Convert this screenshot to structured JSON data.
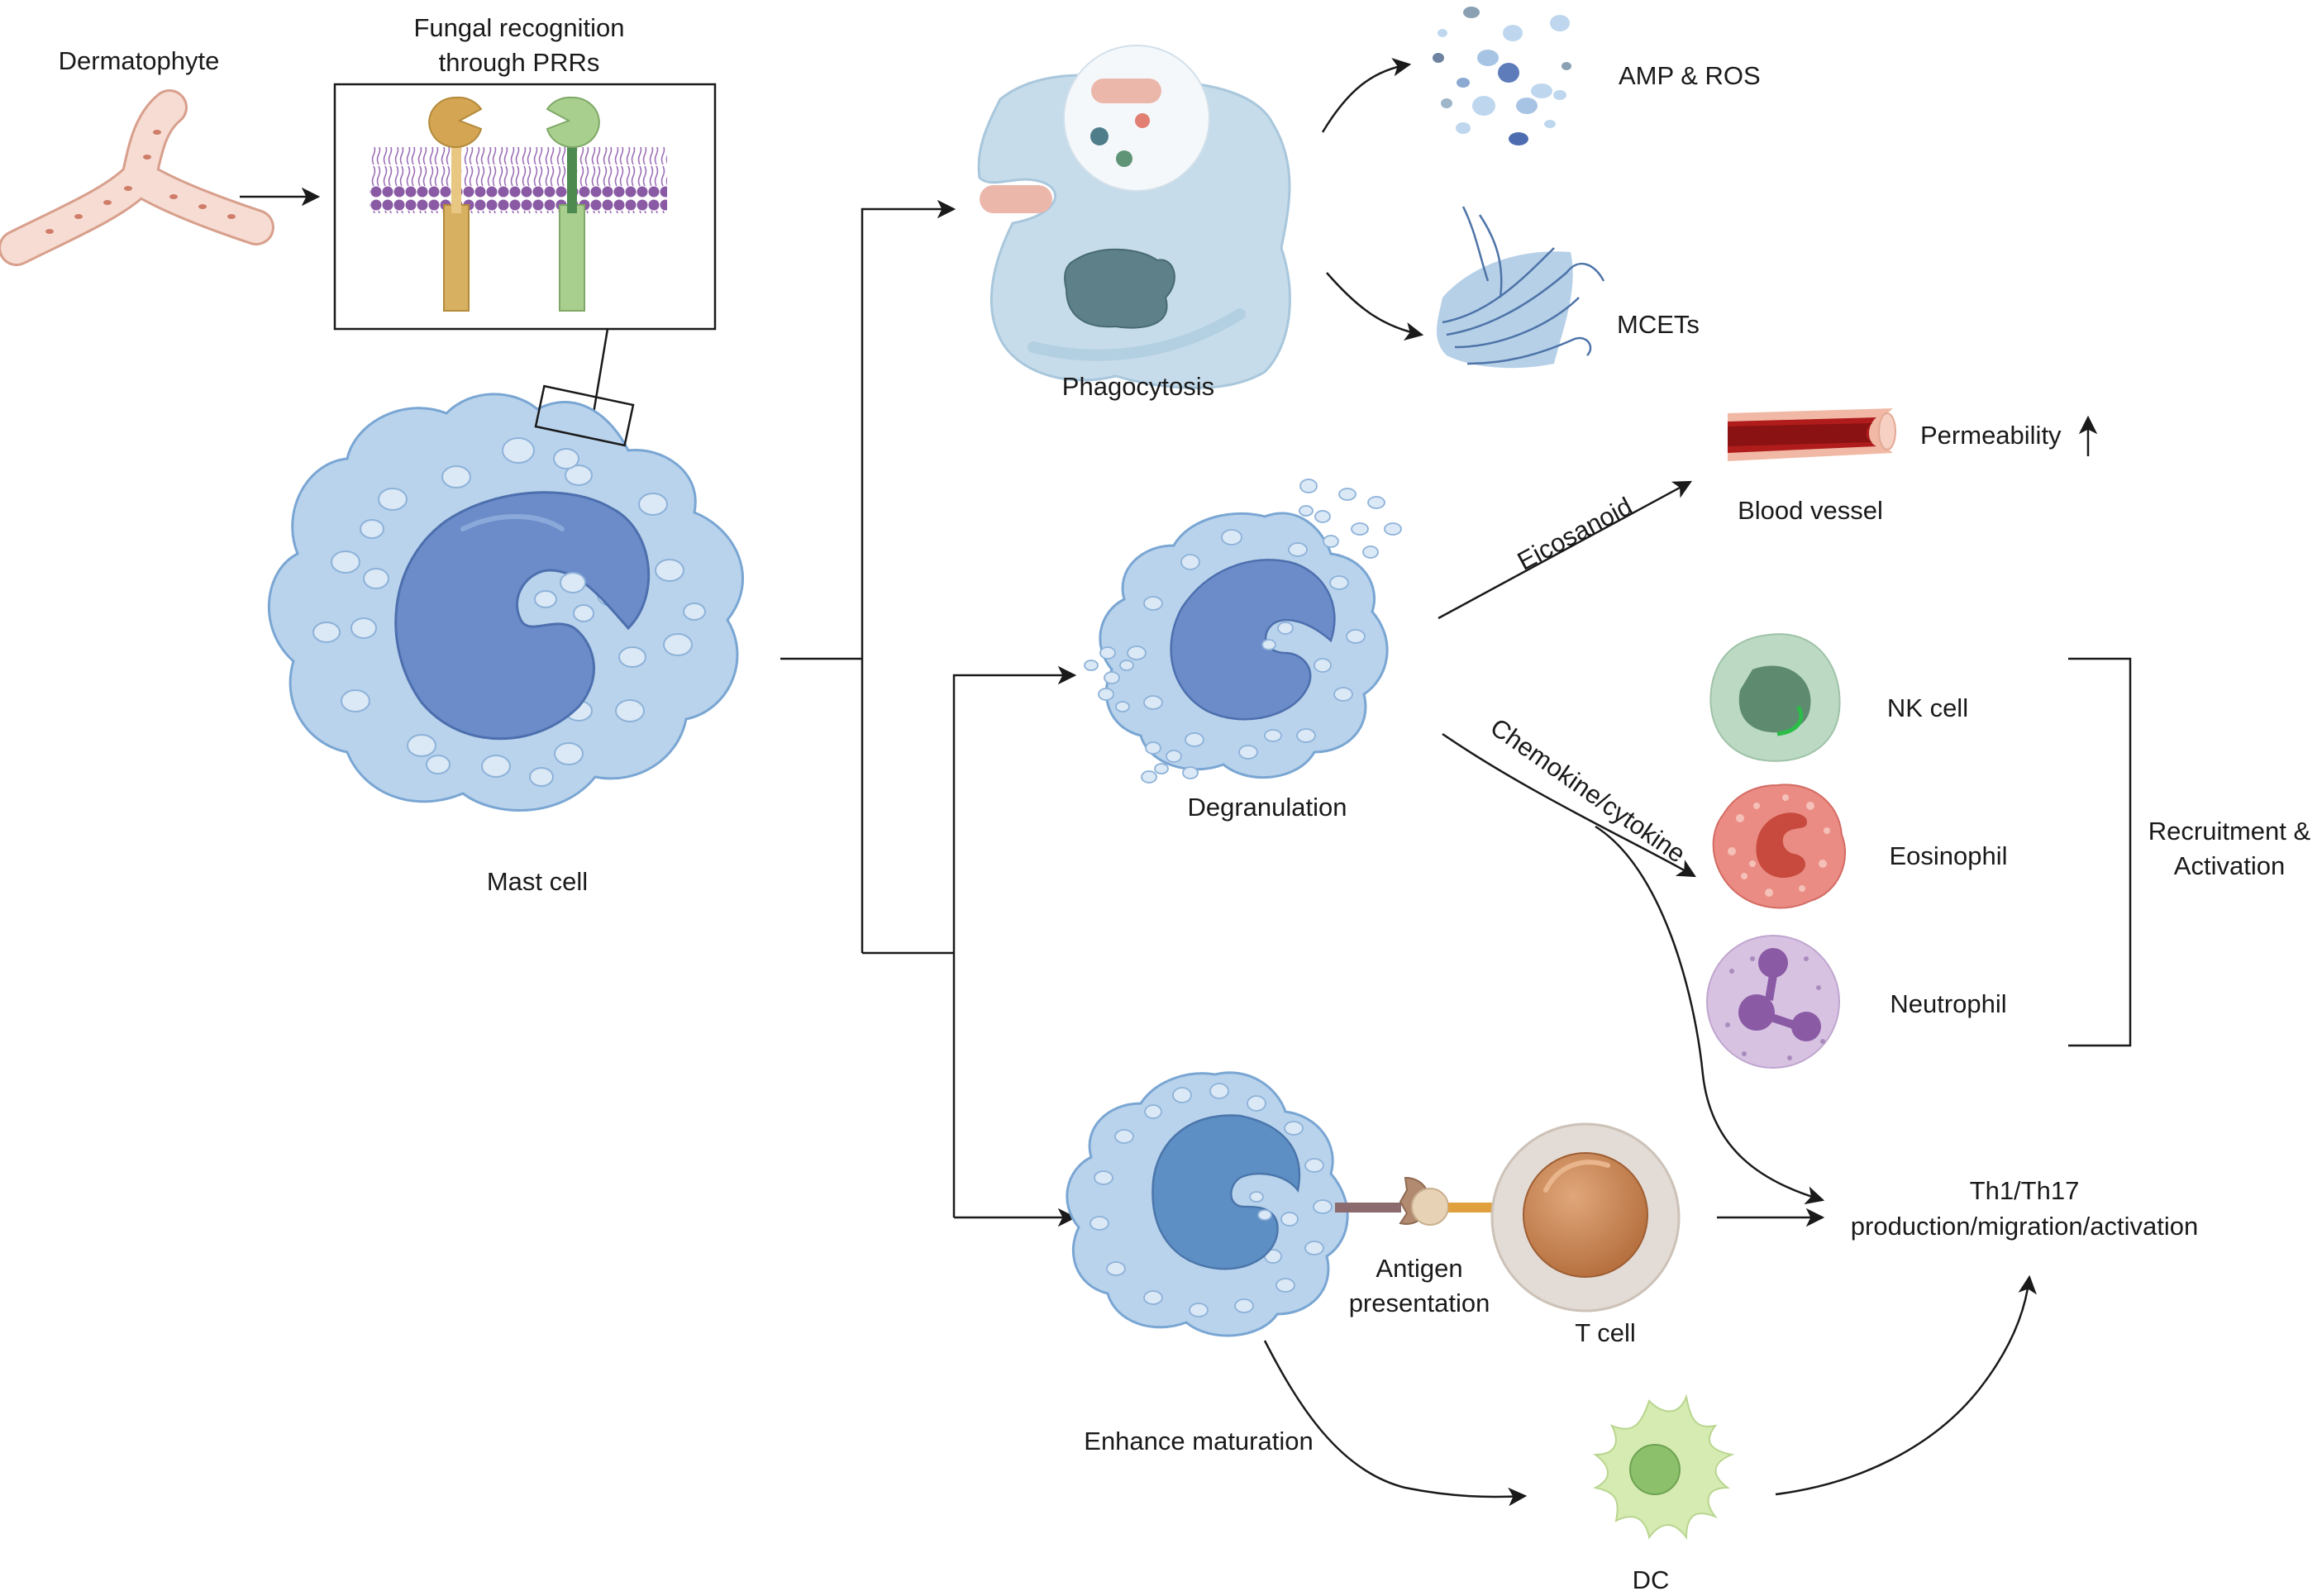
{
  "labels": {
    "dermatophyte": "Dermatophyte",
    "prr_line1": "Fungal recognition",
    "prr_line2": "through PRRs",
    "mast_cell": "Mast cell",
    "phagocytosis": "Phagocytosis",
    "amp_ros": "AMP & ROS",
    "mcets": "MCETs",
    "degranulation": "Degranulation",
    "eicosanoid": "Eicosanoid",
    "blood_vessel": "Blood vessel",
    "permeability": "Permeability",
    "chemokine": "Chemokine/cytokine",
    "nk_cell": "NK cell",
    "eosinophil": "Eosinophil",
    "neutrophil": "Neutrophil",
    "recruitment_line1": "Recruitment &",
    "recruitment_line2": "Activation",
    "antigen_line1": "Antigen",
    "antigen_line2": "presentation",
    "t_cell": "T cell",
    "th_line1": "Th1/Th17",
    "th_line2": "production/migration/activation",
    "enhance_maturation": "Enhance maturation",
    "dc": "DC"
  },
  "colors": {
    "mast_cytoplasm": "#b9d3ec",
    "mast_nucleus": "#6b8cc8",
    "granule": "#dbe8f5",
    "phago_body": "#c6dcea",
    "dermatophyte": "#f6dcd2",
    "nk": "#bcd9c4",
    "eosinophil": "#ea8c84",
    "neutrophil": "#d7c2e2",
    "t_cell": "#c57f4c",
    "dc": "#d6ebb2",
    "vessel": "#b01c1c"
  }
}
